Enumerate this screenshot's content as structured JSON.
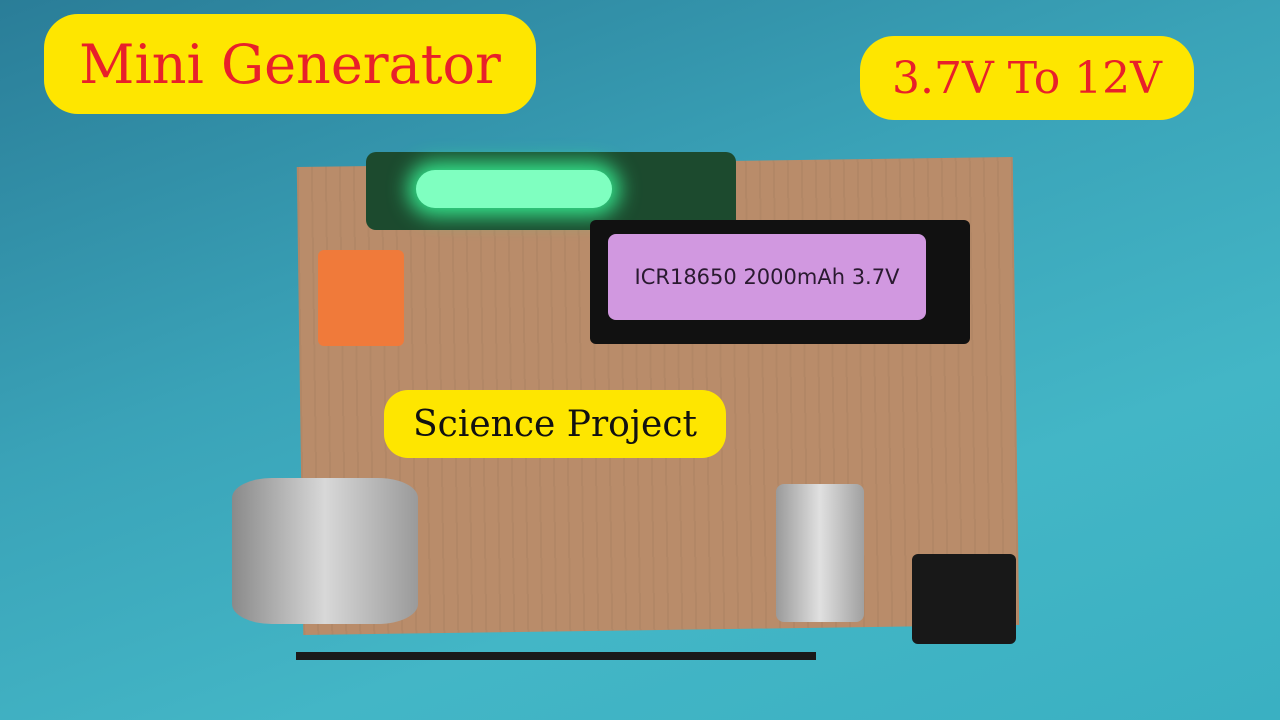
{
  "labels": {
    "title": "Mini Generator",
    "voltage": "3.7V To 12V",
    "subtitle": "Science Project"
  },
  "battery": {
    "text": "ICR18650 2000mAh 3.7V"
  },
  "colors": {
    "label_bg": "#fee600",
    "label_text": "#e8202a",
    "background": "#3aa3b8"
  }
}
